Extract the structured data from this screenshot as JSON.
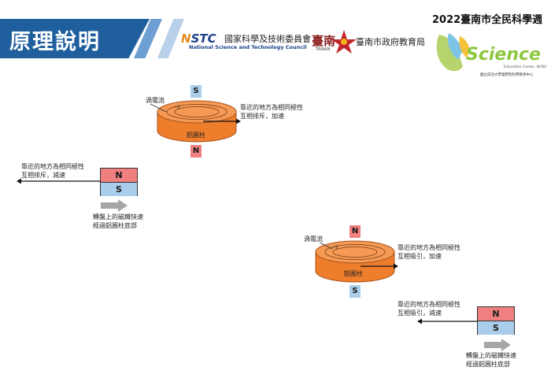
{
  "header": {
    "title": "原理說明",
    "event": "2022臺南市全民科學週",
    "nstc_logo_a": "N",
    "nstc_logo_b": "STC",
    "nstc_cn": "國家科學及技術委員會",
    "nstc_en": "National Science and Technology Council",
    "tainan_seal": "臺南",
    "tainan_seal_sub": "TAINAN",
    "tainan_bureau": "臺南市政府教育局",
    "science_logo": "Science",
    "science_sub": "Education Center, NCKU",
    "science_org": "國立成功大學理學院科學教育中心"
  },
  "diagram_top": {
    "pole_top": "S",
    "pole_bottom": "N",
    "eddy_label": "渦電流",
    "cylinder_label": "鋁圓柱",
    "force_label_line1": "靠近的地方為相同極性",
    "force_label_line2": "互相排斥，加速"
  },
  "magnet_left": {
    "north": "N",
    "south": "S",
    "force_label_line1": "靠近的地方為相同極性",
    "force_label_line2": "互相排斥，減速",
    "motion_label_line1": "轉盤上的磁鐵快速",
    "motion_label_line2": "經過鋁圓柱底部"
  },
  "diagram_bottom": {
    "pole_top": "N",
    "pole_bottom": "S",
    "eddy_label": "渦電流",
    "cylinder_label": "鋁圓柱",
    "force_label_line1": "靠近的地方為相同極性",
    "force_label_line2": "互相吸引，加速"
  },
  "magnet_right": {
    "north": "N",
    "south": "S",
    "force_label_line1": "靠近的地方為相同極性",
    "force_label_line2": "互相吸引，減速",
    "motion_label_line1": "轉盤上的磁鐵快速",
    "motion_label_line2": "經過鋁圓柱底部"
  },
  "colors": {
    "banner": "#1f5f9e",
    "cylinder": "#f08231",
    "north": "#f08080",
    "south": "#a9cdea",
    "arrow_gray": "#a6a6a6"
  }
}
